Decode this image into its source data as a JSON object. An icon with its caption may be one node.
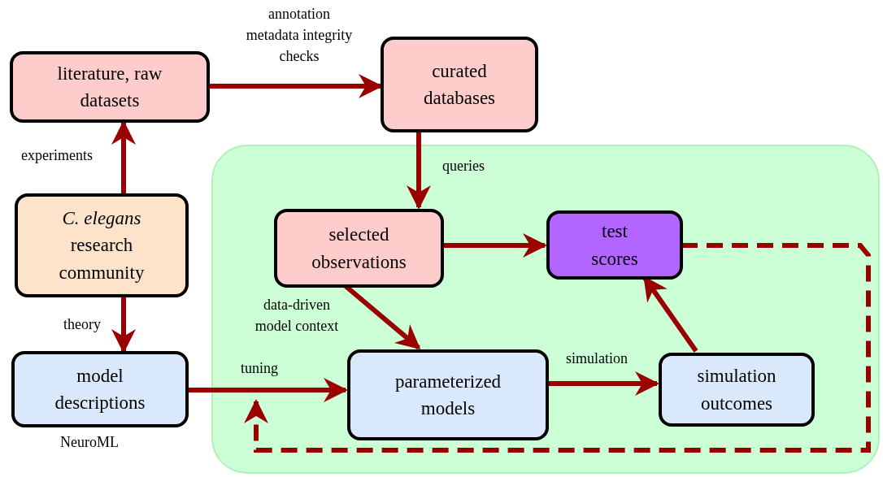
{
  "diagram": {
    "nodes": [
      {
        "text": [
          "literature, raw datasets"
        ]
      },
      {
        "text": [
          "curated databases"
        ]
      },
      {
        "text": [],
        "shape": "box"
      },
      {
        "text": [
          "*C. elegans* research community"
        ]
      },
      {
        "text": [
          "model descriptions"
        ],
        "beside": [
          "NeuroML"
        ]
      },
      {
        "text": [
          "selected observations"
        ],
        "in": 2
      },
      {
        "text": [
          "test scores"
        ],
        "in": 2
      },
      {
        "text": [
          "parameterized models"
        ],
        "in": 2
      },
      {
        "text": [
          "simulation outcomes"
        ],
        "in": 2
      }
    ],
    "edges": [
      {
        "from": 0,
        "to": 1,
        "arrow": "to",
        "label": "annotation metadata integrity checks"
      },
      {
        "from": 3,
        "to": 0,
        "arrow": "to",
        "label": "experiments"
      },
      {
        "from": 1,
        "to": 5,
        "arrow": "to",
        "label": "queries"
      },
      {
        "from": 3,
        "to": 4,
        "arrow": "to",
        "label": "theory"
      },
      {
        "from": 5,
        "to": 6,
        "arrow": "to"
      },
      {
        "from": 5,
        "to": 7,
        "arrow": "to",
        "label": "data-driven model context"
      },
      {
        "from": 4,
        "to": 7,
        "arrow": "to",
        "label": "tuning"
      },
      {
        "from": 7,
        "to": 8,
        "arrow": "to",
        "label": "simulation"
      },
      {
        "from": 8,
        "to": 6,
        "arrow": "to"
      },
      {
        "from": 6,
        "to": null,
        "arrow": "to",
        "style": "dashed"
      }
    ]
  }
}
